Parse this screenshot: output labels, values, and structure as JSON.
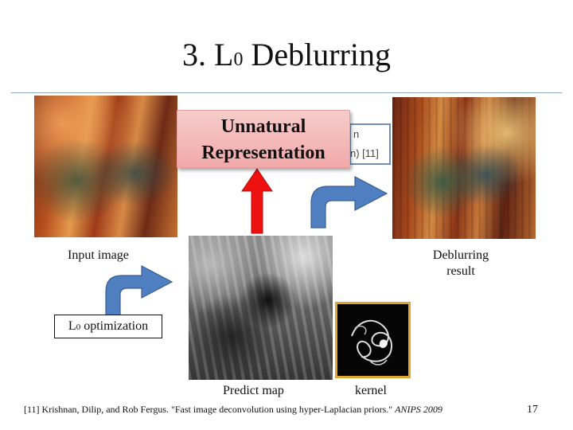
{
  "slide": {
    "title_prefix": "3. L",
    "title_subscript": "0",
    "title_suffix": " Deblurring",
    "page_number": "17"
  },
  "callout": {
    "line1": "Unnatural",
    "line2": "Representation"
  },
  "reference_box": {
    "line1": "n",
    "line2": "n) [11]"
  },
  "labels": {
    "input_image": "Input image",
    "deblurring_result_line1": "Deblurring",
    "deblurring_result_line2": "result",
    "predict_map": "Predict map",
    "kernel": "kernel"
  },
  "optimization": {
    "prefix": "L",
    "subscript": "0",
    "suffix": " optimization"
  },
  "citation": {
    "text": "[11] Krishnan, Dilip, and Rob Fergus. \"Fast image deconvolution using hyper-Laplacian priors.\" ",
    "venue": "ANIPS 2009"
  },
  "colors": {
    "blue_arrow": "#4f7fc0",
    "blue_arrow_stroke": "#3a5f8f",
    "red_arrow": "#ee1111",
    "callout_fill": "#f2a9a9",
    "kernel_border": "#e0a62e",
    "rule": "#8fa9c9"
  },
  "icons": {
    "blue_arrow": "bent-arrow-icon",
    "red_arrow": "up-arrow-icon"
  }
}
